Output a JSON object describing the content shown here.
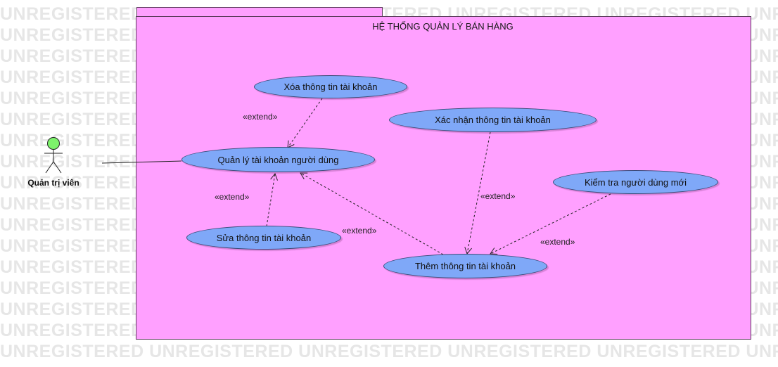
{
  "watermark": {
    "text": "UNREGISTERED UNREGISTERED UNREGISTERED UNREGISTERED UNREGISTERED UNREGISTERED"
  },
  "system": {
    "title": "HỆ THỐNG QUẢN LÝ  BÁN HÀNG"
  },
  "actor": {
    "name": "Quản trị viên",
    "head_color": "#7df36b"
  },
  "use_cases": {
    "manage_accounts": "Quản lý tài khoản người dùng",
    "delete_info": "Xóa thông tin tài khoản",
    "edit_info": "Sửa thông tin tài khoản",
    "confirm_info": "Xác nhận thông tin tài khoản",
    "add_info": "Thêm thông tin tài khoản",
    "check_new_user": "Kiểm tra người dùng mới"
  },
  "relations": {
    "extend_delete": "«extend»",
    "extend_edit": "«extend»",
    "extend_add": "«extend»",
    "extend_confirm": "«extend»",
    "extend_check": "«extend»"
  },
  "colors": {
    "package_fill": "#ffa0ff",
    "use_case_fill": "#7fa8f8",
    "border": "#3a4a78"
  }
}
